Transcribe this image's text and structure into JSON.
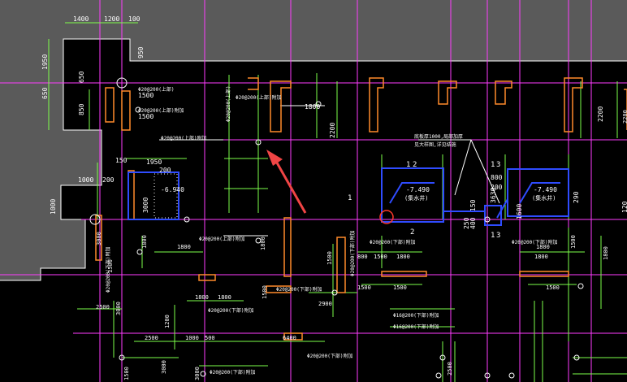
{
  "colors": {
    "background": "#000000",
    "gray_fill": "#5a5a5a",
    "outline": "#ffffff",
    "magenta": "#ff3cff",
    "green": "#7dff4a",
    "yellow": "#f2f200",
    "orange": "#ff8a2a",
    "blue": "#2f4cff",
    "red": "#ff3a2a",
    "white": "#ffffff",
    "pink": "#ff7aa0",
    "arrow": "#f04545"
  },
  "top_dims": {
    "d1": "1400",
    "d2": "1200",
    "d3": "100"
  },
  "left_dims": {
    "l1": "1950",
    "l2": "950",
    "l3": "650",
    "l4": "850",
    "l5": "650",
    "l6": "1000",
    "l7": "200",
    "l8": "1000"
  },
  "mid_dims": {
    "m1": "1500",
    "m2": "1500",
    "m3": "1800",
    "m4": "2200",
    "m5": "150",
    "m6": "1950",
    "m7": "200",
    "m8": "1000"
  },
  "pit_labels": {
    "left_level": "-6.940",
    "left_dim": "3000",
    "center_level": "-7.490",
    "center_note": "(集水井)",
    "right_level": "-7.490",
    "right_note": "(集水井)",
    "d800": "800",
    "d3630": "3630",
    "d1600": "1600",
    "d200": "200",
    "d150": "150",
    "d400": "400",
    "d250": "250",
    "d290": "290",
    "d120": "120"
  },
  "marks": {
    "m1": "1",
    "m2": "2",
    "m3": "1",
    "m4": "3",
    "m5": "1",
    "m6": "3",
    "m7": "1",
    "m8": "2"
  },
  "annotation": {
    "line1": "底板厚1000,局部加厚",
    "line2": "见大样图,详见结施"
  },
  "rebar_labels": {
    "r1": "Φ20@200(上部)",
    "r2": "Φ20@200(上部)",
    "r3": "Φ20@200(上部)附加",
    "r4": "Φ20@200(上部)附加",
    "r5": "Φ20@200(上部)附加",
    "r6": "Φ20@200(上部)附加",
    "r7": "Φ20@200(下部)附加",
    "r8": "Φ20@200(下部)附加",
    "r9": "Φ20@200(下部)附加",
    "r10": "Φ20@200(下部)附加",
    "r11": "Φ16@200(下部)附加",
    "r12": "Φ16@200(下部)附加",
    "r13": "Φ20@200(下部)附加",
    "r14": "Φ20@200(下部)附加",
    "r15": "Φ20@200(下部)附加",
    "r16": "Φ20@200(下部)附加"
  },
  "lower_dims": {
    "a1": "1500",
    "a2": "1800",
    "a3": "1800",
    "a4": "2500",
    "a5": "3000",
    "a6": "1800",
    "a7": "1200",
    "a8": "2500",
    "a9": "1000",
    "a10": "500",
    "a11": "6400",
    "a12": "2900",
    "a13": "1500",
    "a14": "1500",
    "a15": "1800",
    "a16": "1500",
    "a17": "1500",
    "a18": "3000",
    "a19": "1800",
    "a20": "1800",
    "a21": "1500",
    "a22": "1800",
    "a23": "1800",
    "a24": "1500",
    "a25": "3000",
    "a26": "800",
    "a27": "1500",
    "a28": "1800",
    "a29": "1500",
    "a30": "2200",
    "a31": "3000",
    "a32": "2500"
  }
}
